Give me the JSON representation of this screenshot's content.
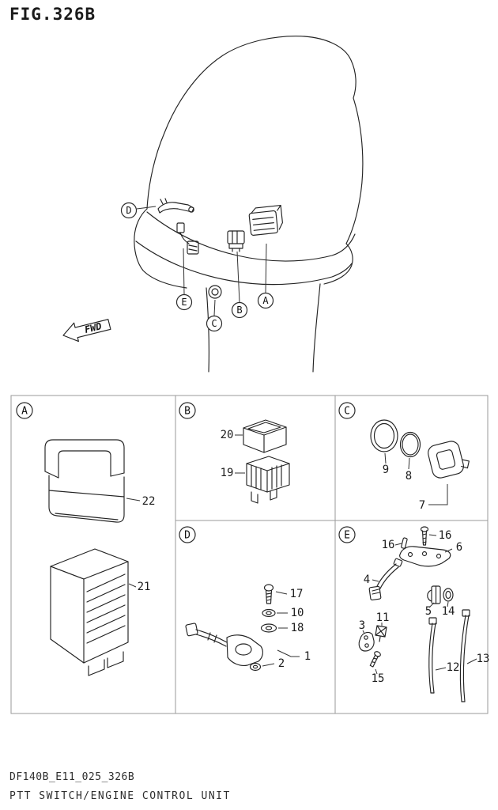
{
  "fig_title": "FIG.326B",
  "fwd_label": "FWD",
  "letters": {
    "A": "A",
    "B": "B",
    "C": "C",
    "D": "D",
    "E": "E"
  },
  "part_labels": {
    "p1": "1",
    "p2": "2",
    "p3": "3",
    "p4": "4",
    "p5": "5",
    "p6": "6",
    "p7": "7",
    "p8": "8",
    "p9": "9",
    "p10": "10",
    "p11": "11",
    "p12": "12",
    "p13": "13",
    "p14": "14",
    "p15": "15",
    "p16": "16",
    "p17": "17",
    "p18": "18",
    "p19": "19",
    "p20": "20",
    "p21": "21",
    "p22": "22"
  },
  "footer": {
    "code": "DF140B_E11_025_326B",
    "caption": "PTT SWITCH/ENGINE CONTROL UNIT"
  }
}
